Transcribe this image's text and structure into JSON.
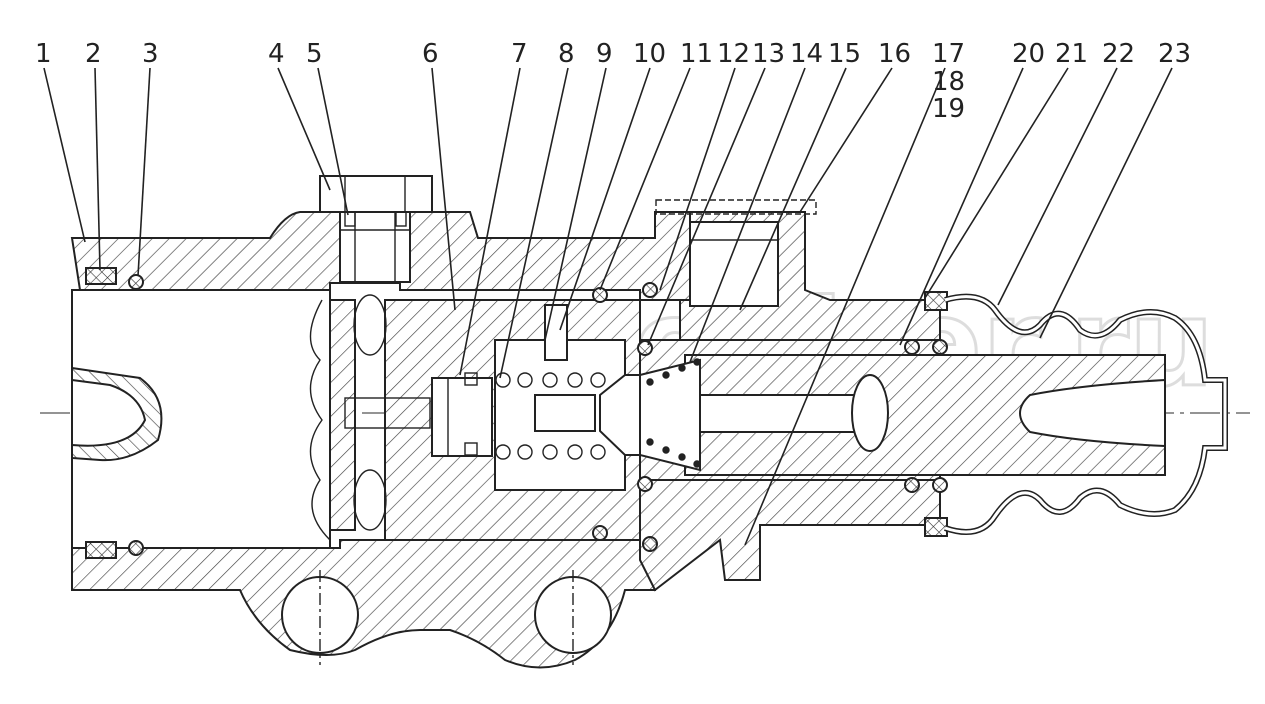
{
  "diagram": {
    "callouts": [
      "1",
      "2",
      "3",
      "4",
      "5",
      "6",
      "7",
      "8",
      "9",
      "10",
      "11",
      "12",
      "13",
      "14",
      "15",
      "16",
      "17",
      "18",
      "19",
      "20",
      "21",
      "22",
      "23"
    ],
    "watermark": "autopiter.ru"
  }
}
